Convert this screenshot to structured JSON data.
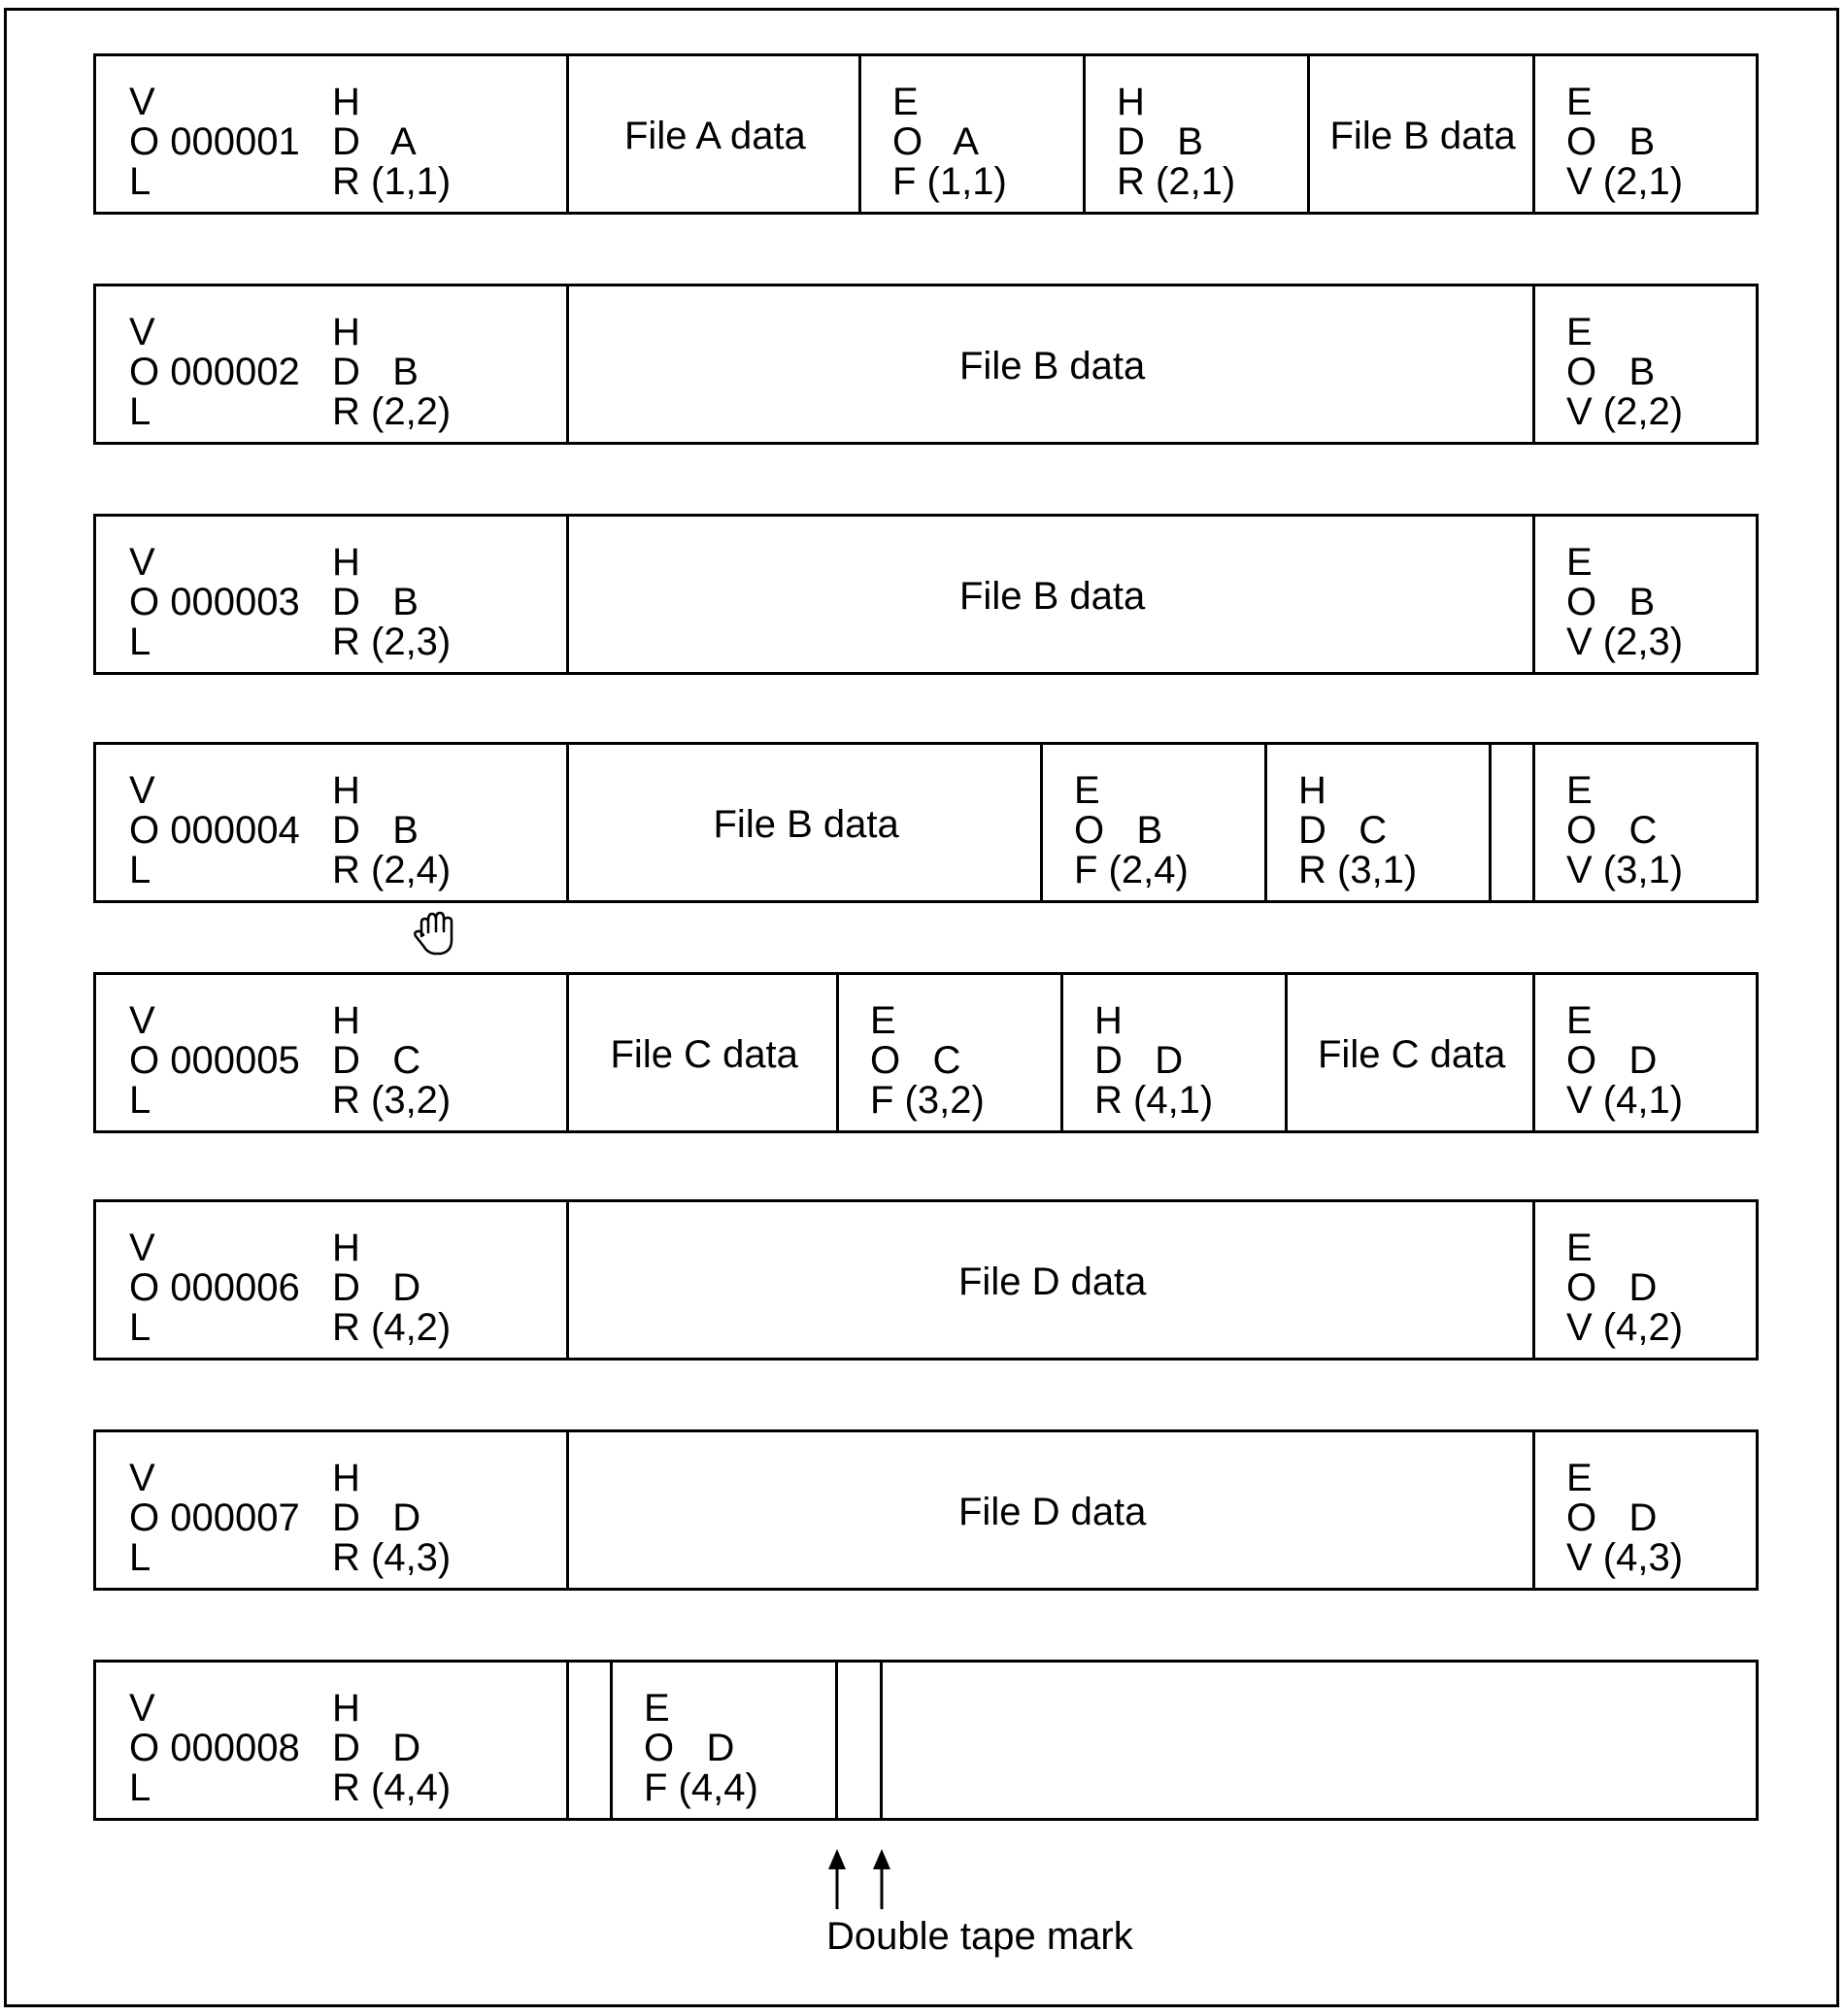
{
  "tapes": [
    {
      "vol": [
        "V",
        "O 000001",
        "L"
      ],
      "blocks": [
        {
          "type": "label",
          "lines": [
            "H",
            "D   A",
            "R (1,1)"
          ]
        },
        {
          "type": "data",
          "text": "File A data"
        },
        {
          "type": "label",
          "lines": [
            "E",
            "O   A",
            "F (1,1)"
          ]
        },
        {
          "type": "label",
          "lines": [
            "H",
            "D   B",
            "R (2,1)"
          ]
        },
        {
          "type": "data",
          "text": "File B data"
        },
        {
          "type": "label",
          "lines": [
            "E",
            "O   B",
            "V (2,1)"
          ]
        }
      ]
    },
    {
      "vol": [
        "V",
        "O 000002",
        "L"
      ],
      "blocks": [
        {
          "type": "label",
          "lines": [
            "H",
            "D   B",
            "R (2,2)"
          ]
        },
        {
          "type": "data",
          "text": "File B data"
        },
        {
          "type": "label",
          "lines": [
            "E",
            "O   B",
            "V (2,2)"
          ]
        }
      ]
    },
    {
      "vol": [
        "V",
        "O 000003",
        "L"
      ],
      "blocks": [
        {
          "type": "label",
          "lines": [
            "H",
            "D   B",
            "R (2,3)"
          ]
        },
        {
          "type": "data",
          "text": "File B data"
        },
        {
          "type": "label",
          "lines": [
            "E",
            "O   B",
            "V (2,3)"
          ]
        }
      ]
    },
    {
      "vol": [
        "V",
        "O 000004",
        "L"
      ],
      "blocks": [
        {
          "type": "label",
          "lines": [
            "H",
            "D   B",
            "R (2,4)"
          ]
        },
        {
          "type": "data",
          "text": "File B data"
        },
        {
          "type": "label",
          "lines": [
            "E",
            "O   B",
            "F (2,4)"
          ]
        },
        {
          "type": "label",
          "lines": [
            "H",
            "D   C",
            "R (3,1)"
          ]
        },
        {
          "type": "gap"
        },
        {
          "type": "label",
          "lines": [
            "E",
            "O   C",
            "V (3,1)"
          ]
        }
      ]
    },
    {
      "vol": [
        "V",
        "O 000005",
        "L"
      ],
      "blocks": [
        {
          "type": "label",
          "lines": [
            "H",
            "D   C",
            "R (3,2)"
          ]
        },
        {
          "type": "data",
          "text": "File C data"
        },
        {
          "type": "label",
          "lines": [
            "E",
            "O   C",
            "F (3,2)"
          ]
        },
        {
          "type": "label",
          "lines": [
            "H",
            "D   D",
            "R (4,1)"
          ]
        },
        {
          "type": "data",
          "text": "File C data"
        },
        {
          "type": "label",
          "lines": [
            "E",
            "O   D",
            "V (4,1)"
          ]
        }
      ]
    },
    {
      "vol": [
        "V",
        "O 000006",
        "L"
      ],
      "blocks": [
        {
          "type": "label",
          "lines": [
            "H",
            "D   D",
            "R (4,2)"
          ]
        },
        {
          "type": "data",
          "text": "File D data"
        },
        {
          "type": "label",
          "lines": [
            "E",
            "O   D",
            "V (4,2)"
          ]
        }
      ]
    },
    {
      "vol": [
        "V",
        "O 000007",
        "L"
      ],
      "blocks": [
        {
          "type": "label",
          "lines": [
            "H",
            "D   D",
            "R (4,3)"
          ]
        },
        {
          "type": "data",
          "text": "File D data"
        },
        {
          "type": "label",
          "lines": [
            "E",
            "O   D",
            "V (4,3)"
          ]
        }
      ]
    },
    {
      "vol": [
        "V",
        "O 000008",
        "L"
      ],
      "blocks": [
        {
          "type": "label",
          "lines": [
            "H",
            "D   D",
            "R (4,4)"
          ]
        },
        {
          "type": "gap"
        },
        {
          "type": "label",
          "lines": [
            "E",
            "O   D",
            "F (4,4)"
          ]
        },
        {
          "type": "tapemark"
        },
        {
          "type": "tapemark"
        },
        {
          "type": "empty"
        }
      ]
    }
  ],
  "annotation": {
    "text": "Double tape mark"
  }
}
